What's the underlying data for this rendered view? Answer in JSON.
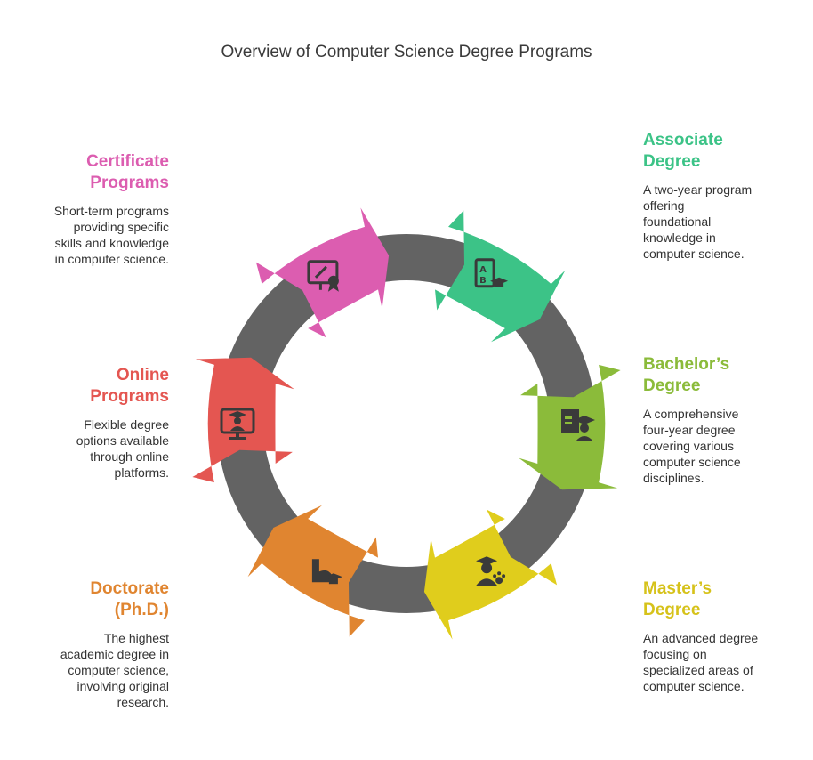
{
  "title": "Overview of Computer Science Degree Programs",
  "items": [
    {
      "id": "associate",
      "title_l1": "Associate",
      "title_l2": "Degree",
      "desc": [
        "A two-year program",
        "offering",
        "foundational",
        "knowledge in",
        "computer science."
      ],
      "color": "#3cc387",
      "icon": "ab-certificate-graduation-icon",
      "side": "right"
    },
    {
      "id": "bachelor",
      "title_l1": "Bachelor’s",
      "title_l2": "Degree",
      "desc": [
        "A comprehensive",
        "four-year degree",
        "covering various",
        "computer science",
        "disciplines."
      ],
      "color": "#8bbb3a",
      "icon": "document-graduate-icon",
      "side": "right"
    },
    {
      "id": "master",
      "title_l1": "Master’s",
      "title_l2": "Degree",
      "desc": [
        "An advanced degree",
        "focusing on",
        "specialized areas of",
        "computer science."
      ],
      "color": "#e0cd1c",
      "icon": "graduate-student-icon",
      "side": "right"
    },
    {
      "id": "doctorate",
      "title_l1": "Doctorate",
      "title_l2": "(Ph.D.)",
      "desc": [
        "The highest",
        "academic degree in",
        "computer science,",
        "involving original",
        "research."
      ],
      "color": "#e08530",
      "icon": "strong-arm-graduation-icon",
      "side": "left"
    },
    {
      "id": "online",
      "title_l1": "Online",
      "title_l2": "Programs",
      "desc": [
        "Flexible degree",
        "options available",
        "through online",
        "platforms."
      ],
      "color": "#e45651",
      "icon": "online-learning-icon",
      "side": "left"
    },
    {
      "id": "certificate",
      "title_l1": "Certificate",
      "title_l2": "Programs",
      "desc": [
        "Short-term programs",
        "providing specific",
        "skills and knowledge",
        "in computer science."
      ],
      "color": "#dc5db0",
      "icon": "training-presentation-icon",
      "side": "left"
    }
  ],
  "ring_color": "#636363"
}
